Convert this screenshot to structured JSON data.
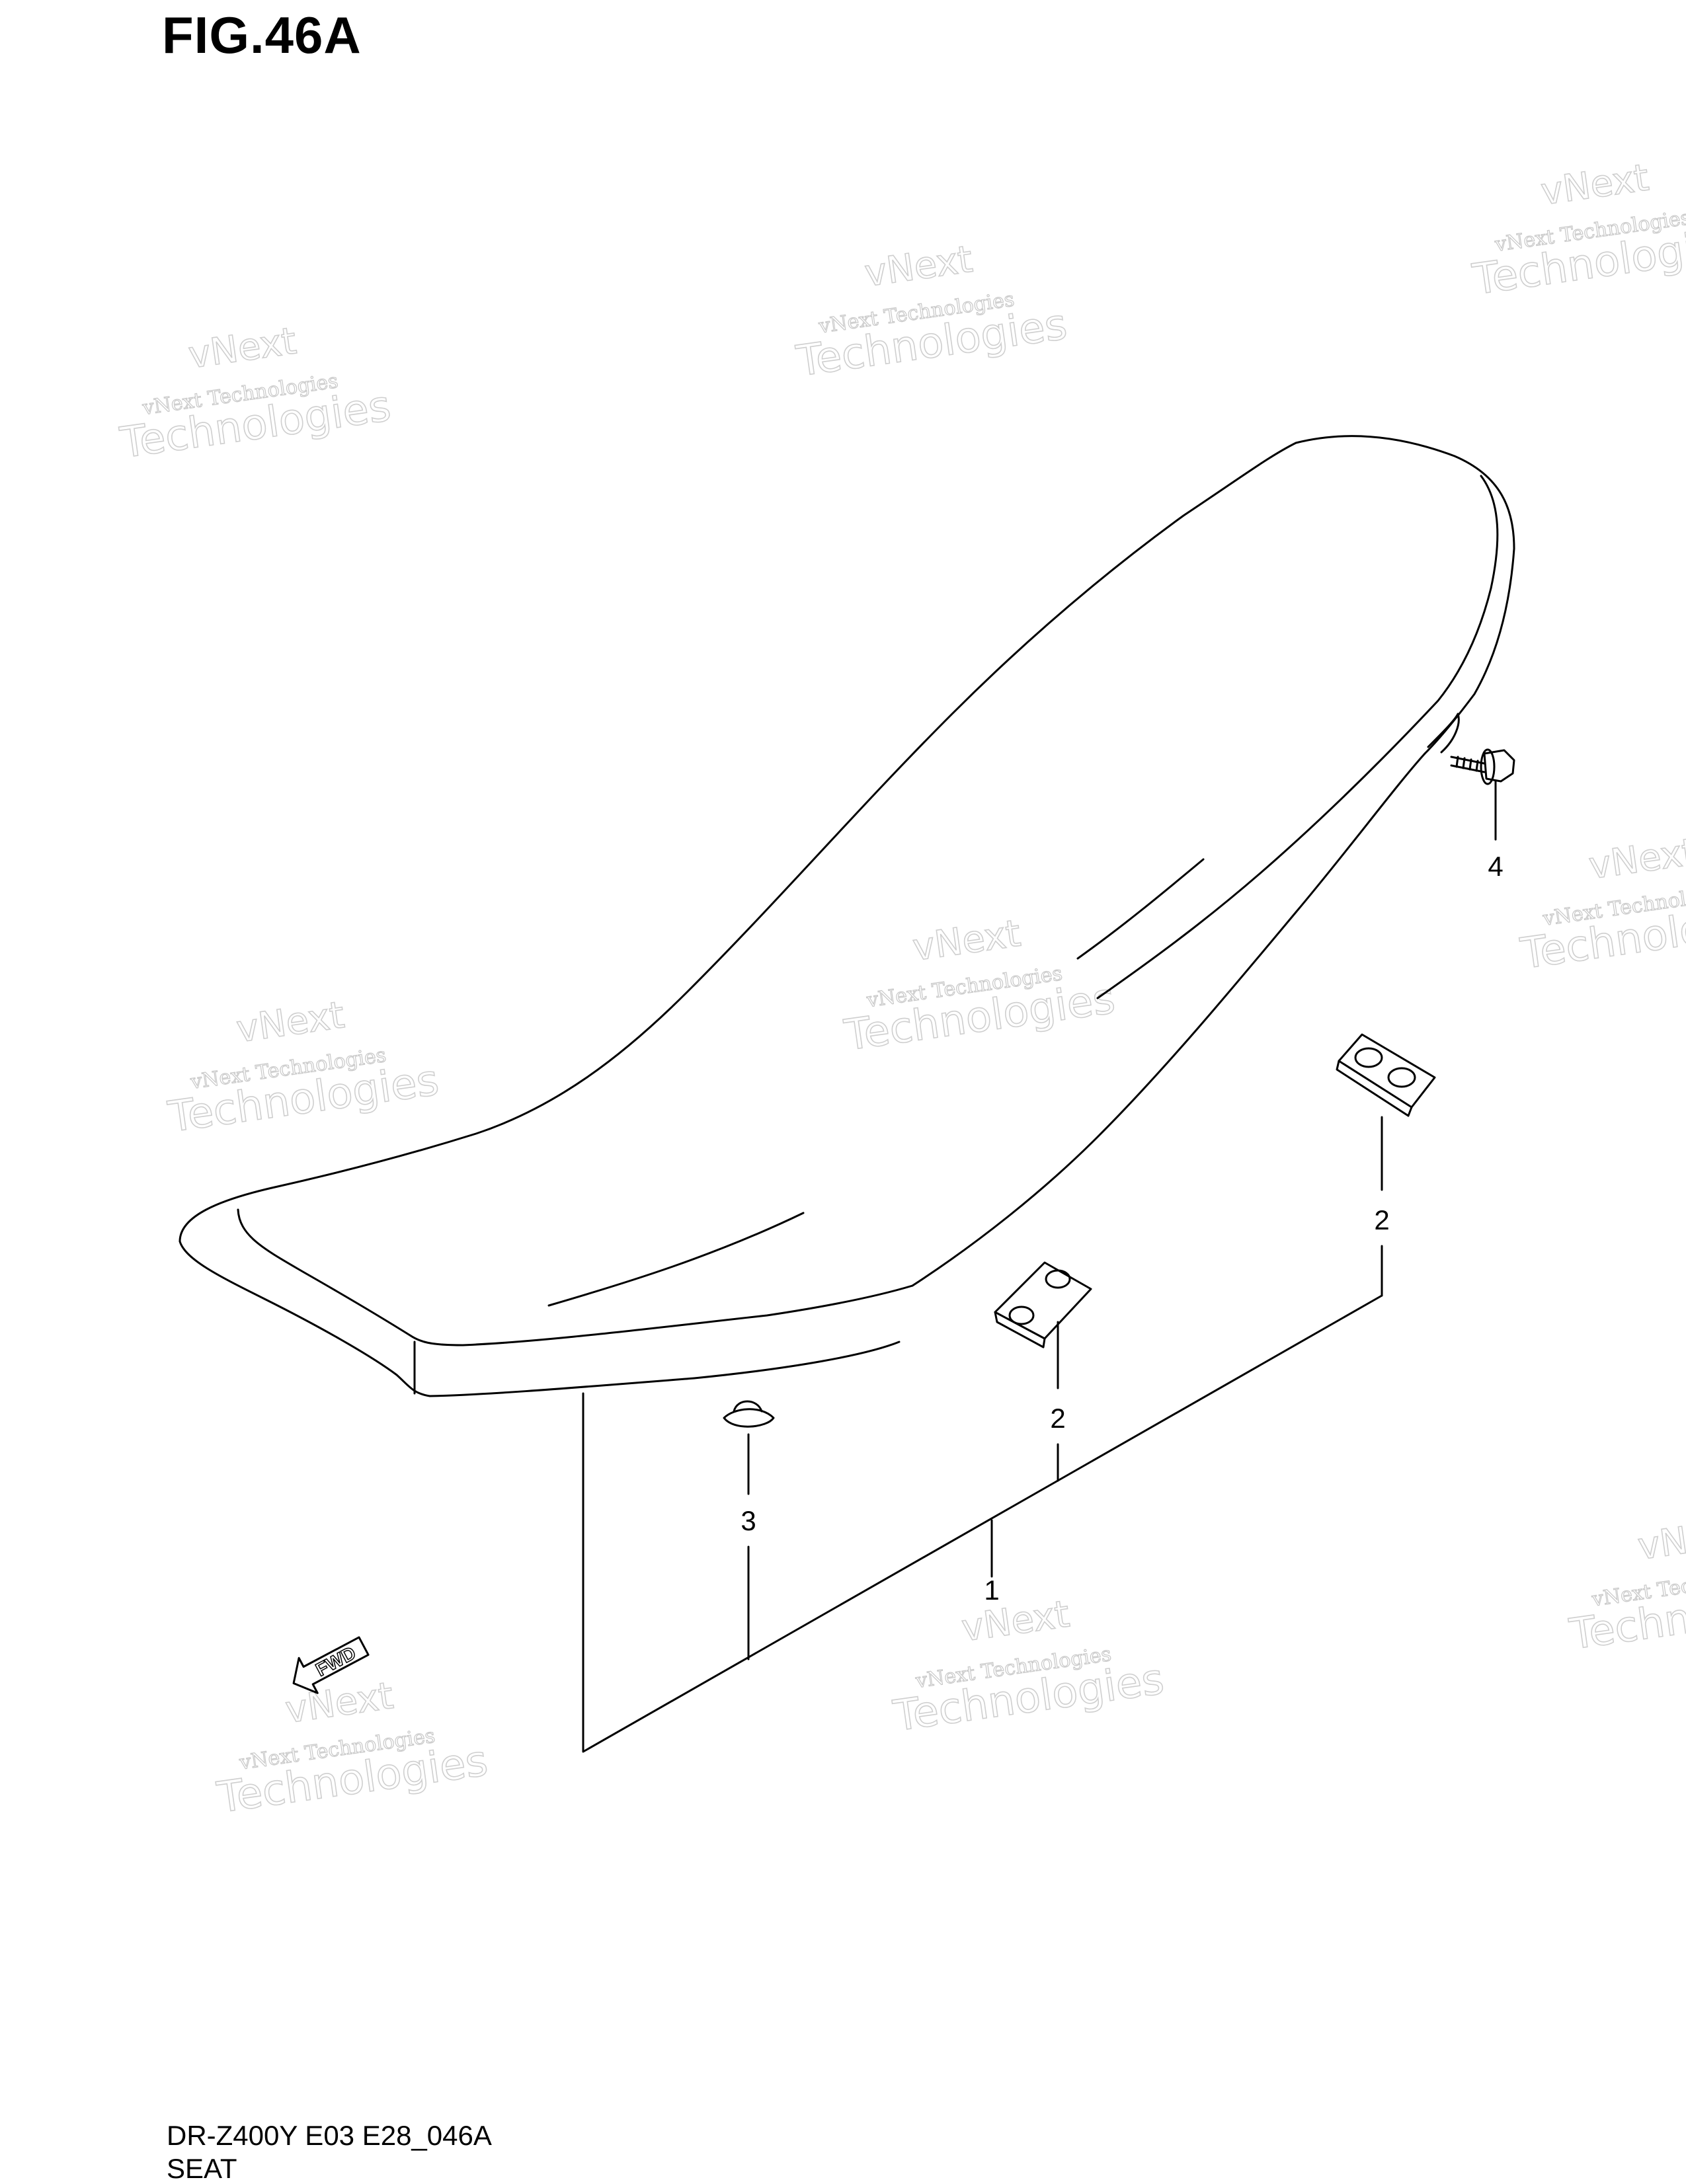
{
  "figure_title": "FIG.46A",
  "footer": {
    "code": "DR-Z400Y E03 E28_046A",
    "name": "SEAT"
  },
  "callouts": [
    "1",
    "2",
    "2",
    "3",
    "4"
  ],
  "watermark": {
    "line1": "vNext",
    "line2": "vNext Technologies",
    "line3": "Technologies"
  },
  "fwd_label": "FWD"
}
